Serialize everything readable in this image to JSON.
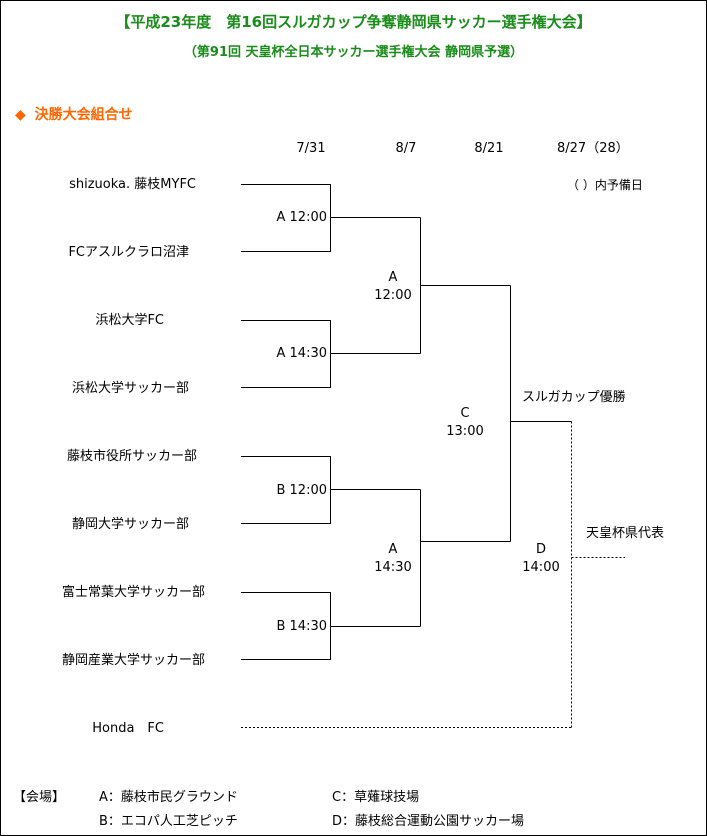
{
  "title": "【平成23年度　第16回スルガカップ争奪静岡県サッカー選手権大会】",
  "subtitle": "（第91回 天皇杯全日本サッカー選手権大会 静岡県予選）",
  "section": {
    "bullet": "◆",
    "label": "決勝大会組合せ"
  },
  "dates": [
    "7/31",
    "8/7",
    "8/21",
    "8/27（28）"
  ],
  "reserve_note": "（ ）内予備日",
  "teams": [
    "shizuoka. 藤枝MYFC",
    "FCアスルクラロ沼津",
    "浜松大学FC",
    "浜松大学サッカー部",
    "藤枝市役所サッカー部",
    "静岡大学サッカー部",
    "富士常葉大学サッカー部",
    "静岡産業大学サッカー部",
    "Honda　FC"
  ],
  "matches": {
    "r1": [
      "A  12:00",
      "A  14:30",
      "B  12:00",
      "B  14:30"
    ],
    "qf1": {
      "venue": "A",
      "time": "12:00"
    },
    "qf2": {
      "venue": "A",
      "time": "14:30"
    },
    "sf": {
      "venue": "C",
      "time": "13:00"
    },
    "final": {
      "venue": "D",
      "time": "14:00"
    }
  },
  "outcomes": {
    "winner": "スルガカップ優勝",
    "representative": "天皇杯県代表"
  },
  "venues": {
    "heading": "【会場】",
    "A": "A：藤枝市民グラウンド",
    "B": "B：エコパ人工芝ピッチ",
    "C": "C：草薙球技場",
    "D": "D：藤枝総合運動公園サッカー場"
  },
  "colors": {
    "title": "#1a8c1a",
    "section": "#ff6600",
    "lines": "#000000"
  }
}
